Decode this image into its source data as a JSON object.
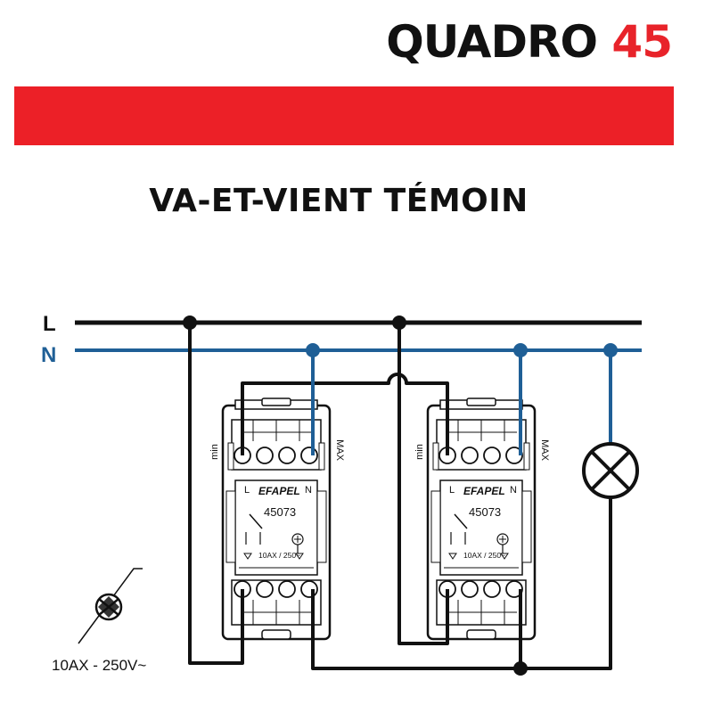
{
  "header": {
    "brand_word": "QUADRO",
    "brand_number": "45",
    "band_color": "#ec2027"
  },
  "title": "VA-ET-VIENT TÉMOIN",
  "wires": {
    "line_label": "L",
    "neutral_label": "N",
    "line_color": "#111111",
    "neutral_color": "#1f5f96"
  },
  "switch_left": {
    "brand": "EFAPEL",
    "code": "45073",
    "rating": "10AX / 250~",
    "label_min": "min",
    "label_max": "MAX",
    "label_l": "L",
    "label_n": "N"
  },
  "switch_right": {
    "brand": "EFAPEL",
    "code": "45073",
    "rating": "10AX / 250~",
    "label_min": "min",
    "label_max": "MAX",
    "label_l": "L",
    "label_n": "N"
  },
  "lamp": {
    "icon": "lamp-icon"
  },
  "legend": {
    "icon": "pilot-lamp-icon",
    "rating": "10AX - 250V~"
  }
}
